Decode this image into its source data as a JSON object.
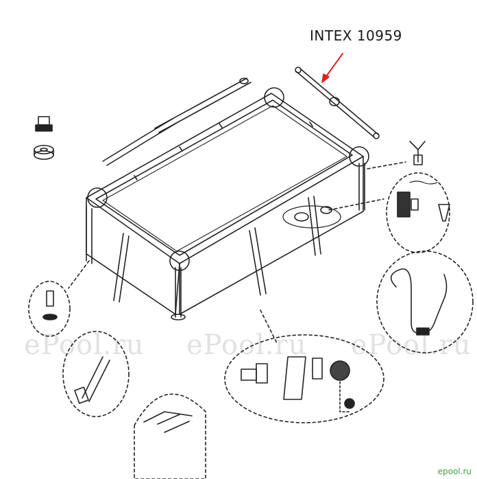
{
  "part_label": "INTEX 10959",
  "watermark": [
    "ePool.ru",
    "ePool.ru",
    "ePool.ru"
  ],
  "logo_text": "epool.ru",
  "colors": {
    "line": "#222222",
    "arrow_red": "#e02020",
    "watermark": "#aaaaaa",
    "logo": "#3aa63a"
  }
}
